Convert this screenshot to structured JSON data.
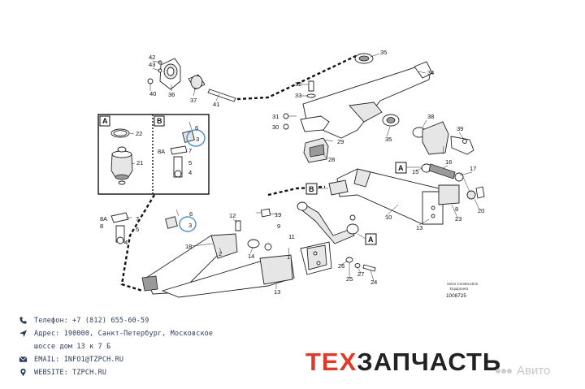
{
  "diagram": {
    "callouts": {
      "c42": "42",
      "c43": "43",
      "c40": "40",
      "c36": "36",
      "c37": "37",
      "c41": "41",
      "c35a": "35",
      "c34": "34",
      "c32": "32",
      "c33": "33",
      "c31": "31",
      "c30": "30",
      "c35b": "35",
      "c38": "38",
      "c39": "39",
      "c29": "29",
      "c28": "28",
      "c22": "22",
      "c21": "21",
      "c6a": "6",
      "c3a": "3",
      "c8Aa": "8A",
      "c7a": "7",
      "c5a": "5",
      "c4a": "4",
      "c10": "10",
      "c13a": "13",
      "c6b": "6",
      "c3b": "3",
      "c8Ab": "8A",
      "c7b": "7",
      "c8b": "8",
      "c5b": "5",
      "c4b": "4",
      "c12": "12",
      "c19": "19",
      "c9": "9",
      "c11": "11",
      "c18": "18",
      "c2": "2",
      "c13b": "13",
      "c1": "1",
      "c14": "14",
      "c26": "26",
      "c27": "27",
      "c25": "25",
      "c24": "24",
      "c15": "15",
      "c16": "16",
      "c17": "17",
      "c20": "20",
      "c23": "23",
      "c8a": "8"
    },
    "views": {
      "a": "A",
      "b": "B"
    },
    "markers": {
      "a1": "A",
      "b1": "B",
      "a2": "A"
    },
    "stamp": {
      "line1": "Volvo Construction",
      "line2": "Equipment",
      "code": "1008725"
    }
  },
  "contacts": {
    "phone": "Телефон: +7 (812) 655-60-59",
    "address_line1": "Адрес: 190000, Санкт-Петербург, Московское",
    "address_line2": "шоссе дом 13 к 7 Б",
    "email": "EMAIL: INFO1@TZPCH.RU",
    "website": "WEBSITE: TZPCH.RU"
  },
  "brand": {
    "part1": "ТЕХ",
    "part2": "ЗАПЧАСТЬ"
  },
  "watermark": {
    "text": "Авито"
  },
  "colors": {
    "brand_red": "#e03a2b",
    "contact_text": "#2b3b58",
    "highlight_circle": "#4a8fd6"
  },
  "icons": [
    "phone-icon",
    "location-icon",
    "mail-icon",
    "map-pin-icon"
  ]
}
